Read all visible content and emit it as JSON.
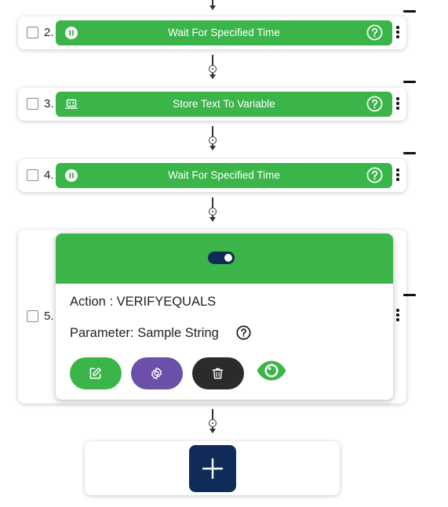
{
  "steps": [
    {
      "number": "2.",
      "label": "Wait For Specified Time",
      "icon": "pause-icon"
    },
    {
      "number": "3.",
      "label": "Store Text To Variable",
      "icon": "laptop-code-icon"
    },
    {
      "number": "4.",
      "label": "Wait For Specified Time",
      "icon": "pause-icon"
    }
  ],
  "expanded_step": {
    "number": "5.",
    "action_text": "Action : VERIFYEQUALS",
    "parameter_text": "Parameter: Sample String",
    "toggle_state": "on",
    "buttons": [
      {
        "name": "edit",
        "icon": "edit-icon",
        "color": "#3bb54a"
      },
      {
        "name": "settings",
        "icon": "gear-icon",
        "color": "#6b4fa8"
      },
      {
        "name": "delete",
        "icon": "trash-icon",
        "color": "#2b2b2b"
      }
    ],
    "view_icon": "eye-icon"
  },
  "add_step": {
    "icon": "plus-icon"
  },
  "colors": {
    "action_green": "#3bb54a",
    "navy": "#0e2c57",
    "settings_purple": "#6b4fa8",
    "delete_dark": "#2b2b2b"
  }
}
